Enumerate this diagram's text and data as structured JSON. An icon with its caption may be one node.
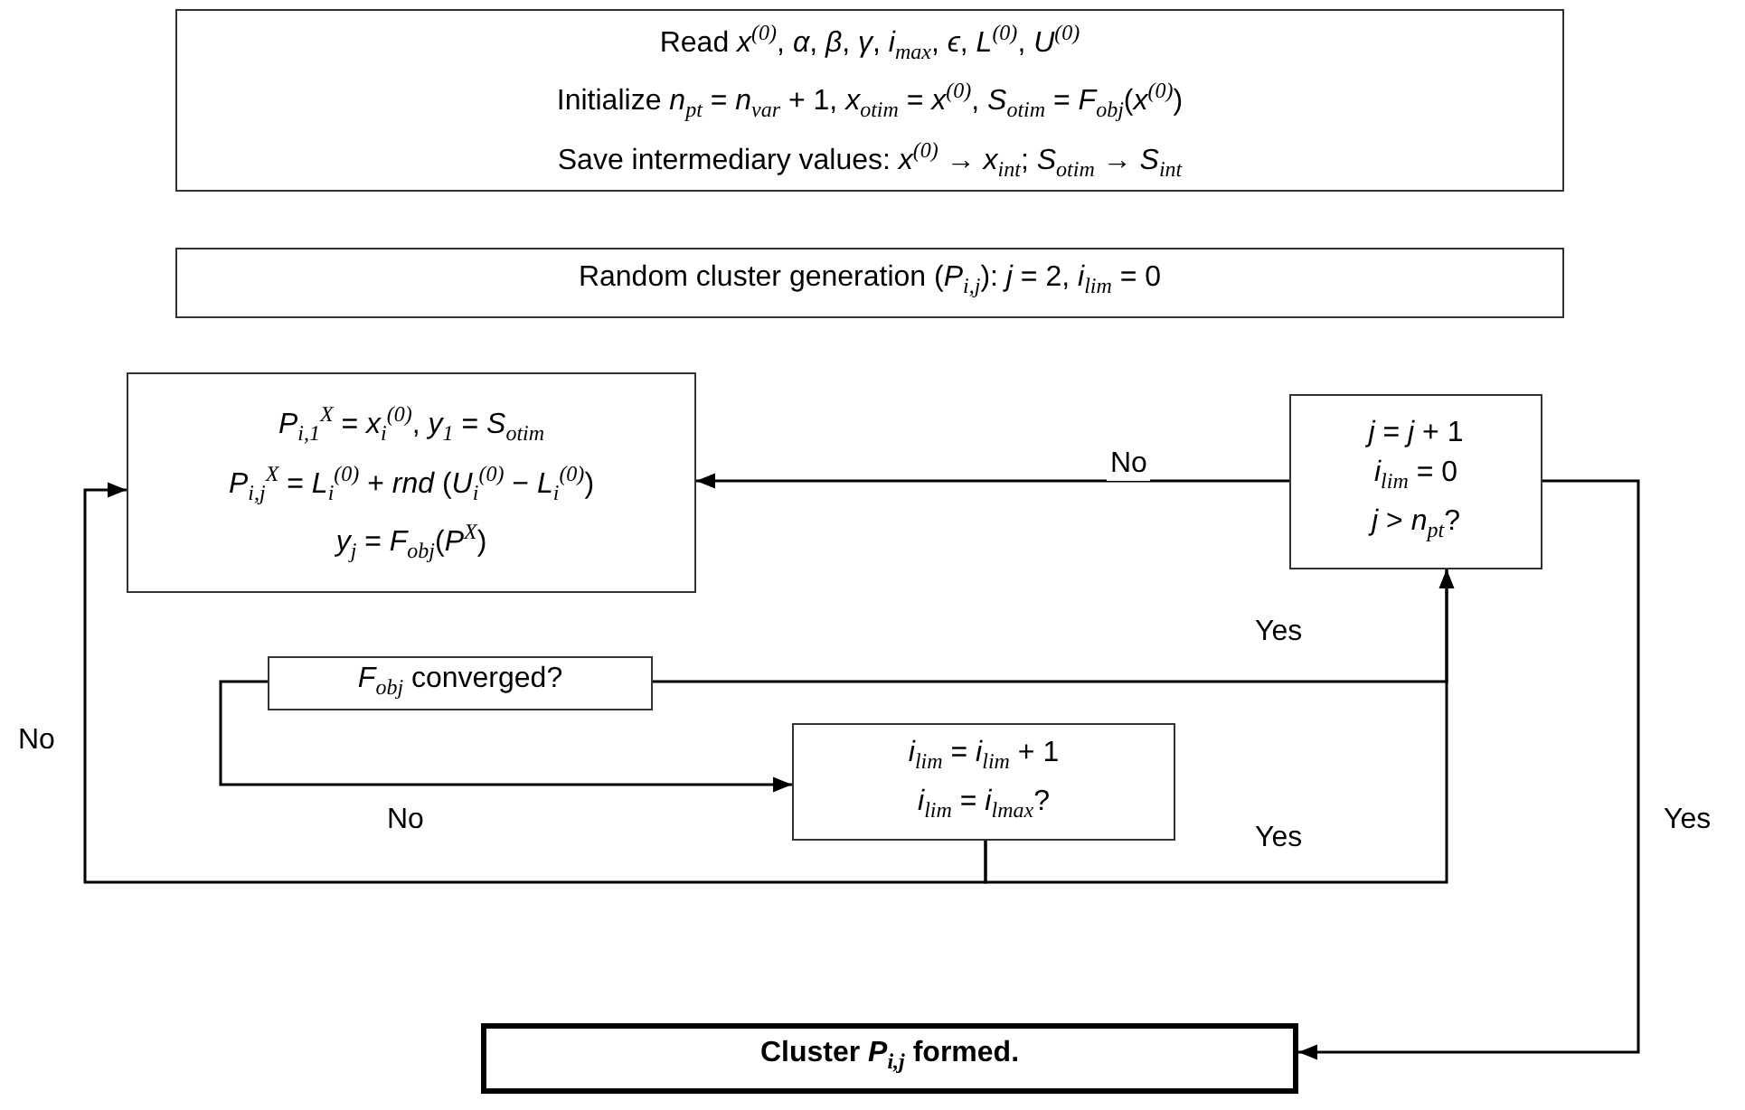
{
  "diagram": {
    "nodes": [
      {
        "text": [
          "Read *x*$^{(0)}$, *α*, *β*, *γ*, *i*$_{max}$, *ϵ*, *L*$^{(0)}$, *U*$^{(0)}$",
          "Initialize *n*$_{pt}$ = *n*$_{var}$ + 1, *x*$_{otim}$ = *x*$^{(0)}$, *S*$_{otim}$ = *F*$_{obj}$(*x*$^{(0)}$)",
          "Save intermediary values: *x*$^{(0)}$ → *x*$_{int}$; *S*$_{otim}$ → *S*$_{int}$"
        ]
      },
      {
        "text": [
          "Random cluster generation (*P*$_{i,j}$): *j* = 2, *i*$_{lim}$ = 0"
        ]
      },
      {
        "text": [
          "*P*$_{i,1}$$^{X}$ = *x*$_{i}$$^{(0)}$, *y*$_{1}$ = *S*$_{otim}$",
          "*P*$_{i,j}$$^{X}$ = *L*$_{i}$$^{(0)}$ + *rnd* (*U*$_{i}$$^{(0)}$ − *L*$_{i}$$^{(0)}$)",
          "*y*$_{j}$ = *F*$_{obj}$(*P*$^{X}$)"
        ]
      },
      {
        "text": [
          "*j* = *j* + 1",
          "*i*$_{lim}$ = 0",
          "*j* > *n*$_{pt}$?"
        ]
      },
      {
        "text": [
          "*F*$_{obj}$ converged?"
        ]
      },
      {
        "text": [
          "*i*$_{lim}$ = *i*$_{lim}$ + 1",
          "*i*$_{lim}$ = *i*$_{lmax}$?"
        ]
      },
      {
        "text": [
          "Cluster *P*$_{i,j}$ formed."
        ]
      }
    ],
    "edges": [
      {
        "from": 3,
        "to": 2,
        "arrow": "to",
        "label": "No"
      },
      {
        "from": 4,
        "to": 3,
        "arrow": "to",
        "label": "Yes"
      },
      {
        "from": 4,
        "to": 5,
        "arrow": "to",
        "label": "No"
      },
      {
        "from": 5,
        "to": 3,
        "arrow": "to",
        "label": "Yes"
      },
      {
        "from": 5,
        "to": 2,
        "arrow": "to",
        "label": "No"
      },
      {
        "from": 3,
        "to": 6,
        "arrow": "to",
        "label": "Yes"
      }
    ]
  }
}
